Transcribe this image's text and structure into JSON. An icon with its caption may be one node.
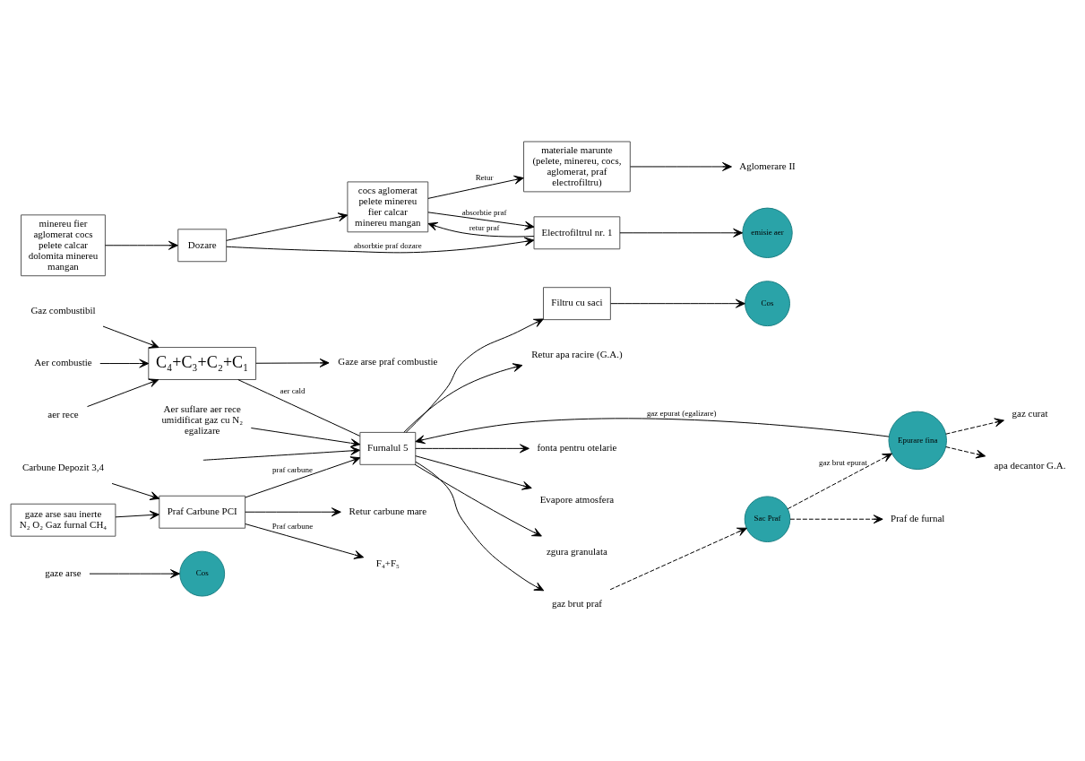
{
  "diagram": {
    "nodes": [
      {
        "text": [
          "Cos"
        ]
      },
      {
        "text": [
          "Cos"
        ]
      },
      {
        "text": [
          "gaze arse"
        ]
      },
      {
        "text": [
          "Filtru cu saci"
        ]
      },
      {
        "text": [
          "C₄+C₃+C₂+C₁"
        ]
      },
      {
        "text": [
          "aer rece"
        ]
      },
      {
        "text": [
          "Gaz combustibil"
        ]
      },
      {
        "text": [
          "Aer combustie"
        ]
      },
      {
        "text": [
          "Gaze arse praf combustie"
        ]
      },
      {
        "text": [
          "Furnalul 5"
        ]
      },
      {
        "text": [
          "Aer suflare aer rece umidificat gaz cu N₂ egalizare"
        ]
      },
      {
        "text": [
          "Retur apa racire (G.A.)"
        ]
      },
      {
        "text": [
          "Epurare fina"
        ]
      },
      {
        "text": [
          "Sac Praf"
        ]
      },
      {
        "text": [
          "gaz brut praf"
        ]
      },
      {
        "text": [
          "gaz curat"
        ]
      },
      {
        "text": [
          "apa decantor G.A."
        ]
      },
      {
        "text": [
          "Praf de furnal"
        ]
      },
      {
        "text": [
          "gaze arse sau inerte N₂ O₂ Gaz furnal CH₄"
        ]
      },
      {
        "text": [
          "Praf Carbune PCI"
        ]
      },
      {
        "text": [
          "F₄+F₅"
        ]
      },
      {
        "text": [
          "Carbune Depozit 3,4"
        ]
      },
      {
        "text": [
          "Retur carbune mare"
        ]
      },
      {
        "text": [
          "fonta pentru otelarie"
        ]
      },
      {
        "text": [
          "Evapore atmosfera"
        ]
      },
      {
        "text": [
          "zgura granulata"
        ]
      },
      {
        "text": [
          "minereu fier aglomerat cocs pelete calcar dolomita minereu mangan"
        ]
      },
      {
        "text": [
          "Dozare"
        ]
      },
      {
        "text": [
          "cocs aglomerat pelete minereu fier calcar minereu mangan"
        ]
      },
      {
        "text": [
          "materiale marunte (pelete, minereu, cocs, aglomerat, praf electrofiltru)"
        ]
      },
      {
        "text": [
          "Electrofiltrul nr. 1"
        ]
      },
      {
        "text": [
          "emisie aer"
        ]
      },
      {
        "text": [
          "Aglomerare II"
        ]
      }
    ],
    "edges": [
      {
        "from": 2,
        "to": 0,
        "arrow": "to"
      },
      {
        "from": 3,
        "to": 1,
        "arrow": "to"
      },
      {
        "from": 5,
        "to": 4,
        "arrow": "to"
      },
      {
        "from": 6,
        "to": 4,
        "arrow": "to"
      },
      {
        "from": 7,
        "to": 4,
        "arrow": "to"
      },
      {
        "from": 4,
        "to": 8,
        "arrow": "to"
      },
      {
        "from": 4,
        "to": 9,
        "label": "aer cald",
        "arrow": "none"
      },
      {
        "from": 10,
        "to": 9,
        "arrow": "to"
      },
      {
        "from": 9,
        "to": 11,
        "arrow": "to"
      },
      {
        "from": 12,
        "to": 9,
        "label": "gaz epurat (egalizare)",
        "arrow": "to"
      },
      {
        "from": 9,
        "to": 14,
        "arrow": "to"
      },
      {
        "from": 14,
        "to": 13,
        "arrow": "to",
        "style": "dashed"
      },
      {
        "from": 13,
        "to": 12,
        "label": "gaz brut epurat",
        "arrow": "to",
        "style": "dashed"
      },
      {
        "from": 12,
        "to": 15,
        "arrow": "to",
        "style": "dashed"
      },
      {
        "from": 12,
        "to": 16,
        "arrow": "to",
        "style": "dashed"
      },
      {
        "from": 13,
        "to": 17,
        "arrow": "to",
        "style": "dashed"
      },
      {
        "from": 18,
        "to": 19,
        "arrow": "to"
      },
      {
        "from": 19,
        "to": 9,
        "label": "praf carbune",
        "arrow": "to"
      },
      {
        "from": 19,
        "to": 20,
        "label": "Praf carbune",
        "arrow": "to"
      },
      {
        "from": 21,
        "to": 19,
        "arrow": "to"
      },
      {
        "from": 19,
        "to": 22,
        "arrow": "to"
      },
      {
        "from": 9,
        "to": 23,
        "arrow": "to"
      },
      {
        "from": 9,
        "to": 24,
        "arrow": "to"
      },
      {
        "from": 9,
        "to": 25,
        "arrow": "to"
      },
      {
        "from": 9,
        "to": 3,
        "arrow": "to"
      },
      {
        "from": null,
        "to": 9,
        "arrow": "to"
      },
      {
        "from": 26,
        "to": 27,
        "arrow": "to"
      },
      {
        "from": 27,
        "to": 28,
        "arrow": "to"
      },
      {
        "from": 28,
        "to": 29,
        "label": "Retur",
        "arrow": "to"
      },
      {
        "from": 29,
        "to": 32,
        "arrow": "to"
      },
      {
        "from": 27,
        "to": 30,
        "label": "absorbtie praf dozare",
        "arrow": "to"
      },
      {
        "from": 28,
        "to": 30,
        "label": "absorbtie praf",
        "arrow": "to"
      },
      {
        "from": 30,
        "to": 28,
        "label": "retur praf",
        "arrow": "to"
      },
      {
        "from": 30,
        "to": 31,
        "arrow": "to"
      }
    ]
  }
}
